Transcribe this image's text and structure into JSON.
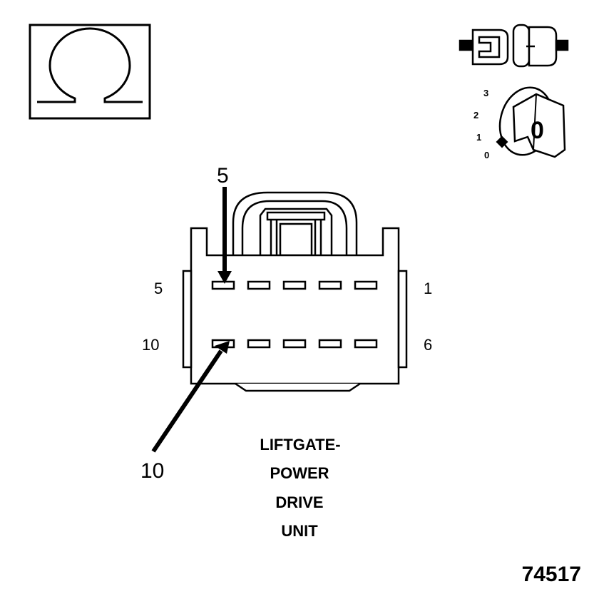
{
  "ohmmeter_symbol": {
    "icon": "omega-icon",
    "glyph": "Ω"
  },
  "connector_icon": {
    "icon": "connector-disconnected-icon"
  },
  "ignition_icon": {
    "icon": "ignition-key-icon",
    "positions": [
      "3",
      "2",
      "1",
      "0"
    ],
    "key_label": "0"
  },
  "callouts": {
    "top": "5",
    "bottom": "10"
  },
  "pin_labels": {
    "top_left": "5",
    "top_right": "1",
    "bottom_left": "10",
    "bottom_right": "6"
  },
  "title_lines": [
    "LIFTGATE-",
    "POWER",
    "DRIVE",
    "UNIT"
  ],
  "figure_number": "74517",
  "colors": {
    "line": "#000000",
    "background": "#ffffff"
  }
}
